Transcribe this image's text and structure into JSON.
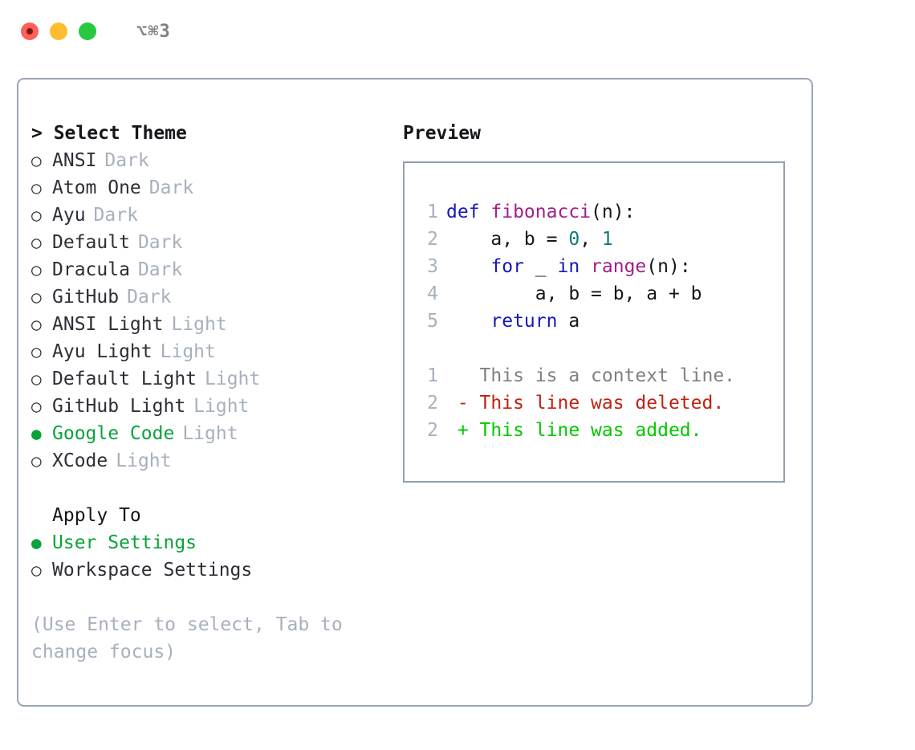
{
  "window": {
    "shortcut": "⌥⌘3",
    "traffic_lights": [
      {
        "name": "close-button",
        "color": "#ff6057"
      },
      {
        "name": "minimize-button",
        "color": "#febc2e"
      },
      {
        "name": "maximize-button",
        "color": "#28c840"
      }
    ]
  },
  "theme_panel": {
    "title": "> Select Theme",
    "items": [
      {
        "marker": "○",
        "name": "ANSI",
        "variant": "Dark",
        "selected": false
      },
      {
        "marker": "○",
        "name": "Atom One",
        "variant": "Dark",
        "selected": false
      },
      {
        "marker": "○",
        "name": "Ayu",
        "variant": "Dark",
        "selected": false
      },
      {
        "marker": "○",
        "name": "Default",
        "variant": "Dark",
        "selected": false
      },
      {
        "marker": "○",
        "name": "Dracula",
        "variant": "Dark",
        "selected": false
      },
      {
        "marker": "○",
        "name": "GitHub",
        "variant": "Dark",
        "selected": false
      },
      {
        "marker": "○",
        "name": "ANSI Light",
        "variant": "Light",
        "selected": false
      },
      {
        "marker": "○",
        "name": "Ayu Light",
        "variant": "Light",
        "selected": false
      },
      {
        "marker": "○",
        "name": "Default Light",
        "variant": "Light",
        "selected": false
      },
      {
        "marker": "○",
        "name": "GitHub Light",
        "variant": "Light",
        "selected": false
      },
      {
        "marker": "●",
        "name": "Google Code",
        "variant": "Light",
        "selected": true
      },
      {
        "marker": "○",
        "name": "XCode",
        "variant": "Light",
        "selected": false
      }
    ]
  },
  "apply_to": {
    "title": "Apply To",
    "items": [
      {
        "marker": "●",
        "name": "User Settings",
        "selected": true
      },
      {
        "marker": "○",
        "name": "Workspace Settings",
        "selected": false
      }
    ]
  },
  "hint": "(Use Enter to select, Tab to change focus)",
  "preview": {
    "title": "Preview",
    "code_lines": [
      {
        "no": "1",
        "tokens": [
          {
            "t": "def ",
            "c": "kw"
          },
          {
            "t": "fibonacci",
            "c": "fn"
          },
          {
            "t": "(n):",
            "c": "txt"
          }
        ]
      },
      {
        "no": "2",
        "tokens": [
          {
            "t": "    a, b = ",
            "c": "txt"
          },
          {
            "t": "0",
            "c": "num"
          },
          {
            "t": ", ",
            "c": "txt"
          },
          {
            "t": "1",
            "c": "num"
          }
        ]
      },
      {
        "no": "3",
        "tokens": [
          {
            "t": "    ",
            "c": "txt"
          },
          {
            "t": "for",
            "c": "kw"
          },
          {
            "t": " _ ",
            "c": "txt"
          },
          {
            "t": "in",
            "c": "kw"
          },
          {
            "t": " ",
            "c": "txt"
          },
          {
            "t": "range",
            "c": "fn"
          },
          {
            "t": "(n):",
            "c": "txt"
          }
        ]
      },
      {
        "no": "4",
        "tokens": [
          {
            "t": "        a, b = b, a + b",
            "c": "txt"
          }
        ]
      },
      {
        "no": "5",
        "tokens": [
          {
            "t": "    ",
            "c": "txt"
          },
          {
            "t": "return",
            "c": "kw"
          },
          {
            "t": " a",
            "c": "txt"
          }
        ]
      },
      {
        "no": "",
        "tokens": [
          {
            "t": " ",
            "c": "txt"
          }
        ]
      },
      {
        "no": "1",
        "tokens": [
          {
            "t": "   This is a context line.",
            "c": "ctx"
          }
        ]
      },
      {
        "no": "2",
        "tokens": [
          {
            "t": " - This line was deleted.",
            "c": "del"
          }
        ]
      },
      {
        "no": "2",
        "tokens": [
          {
            "t": " + This line was added.",
            "c": "add"
          }
        ]
      }
    ]
  },
  "colors": {
    "accent_green": "#0aa33a",
    "muted": "#a7b0bd",
    "border": "#9aa5b4",
    "keyword": "#1818b8",
    "function": "#a0208c",
    "number": "#0b7a74",
    "deleted": "#c0220d",
    "added": "#00c800"
  }
}
